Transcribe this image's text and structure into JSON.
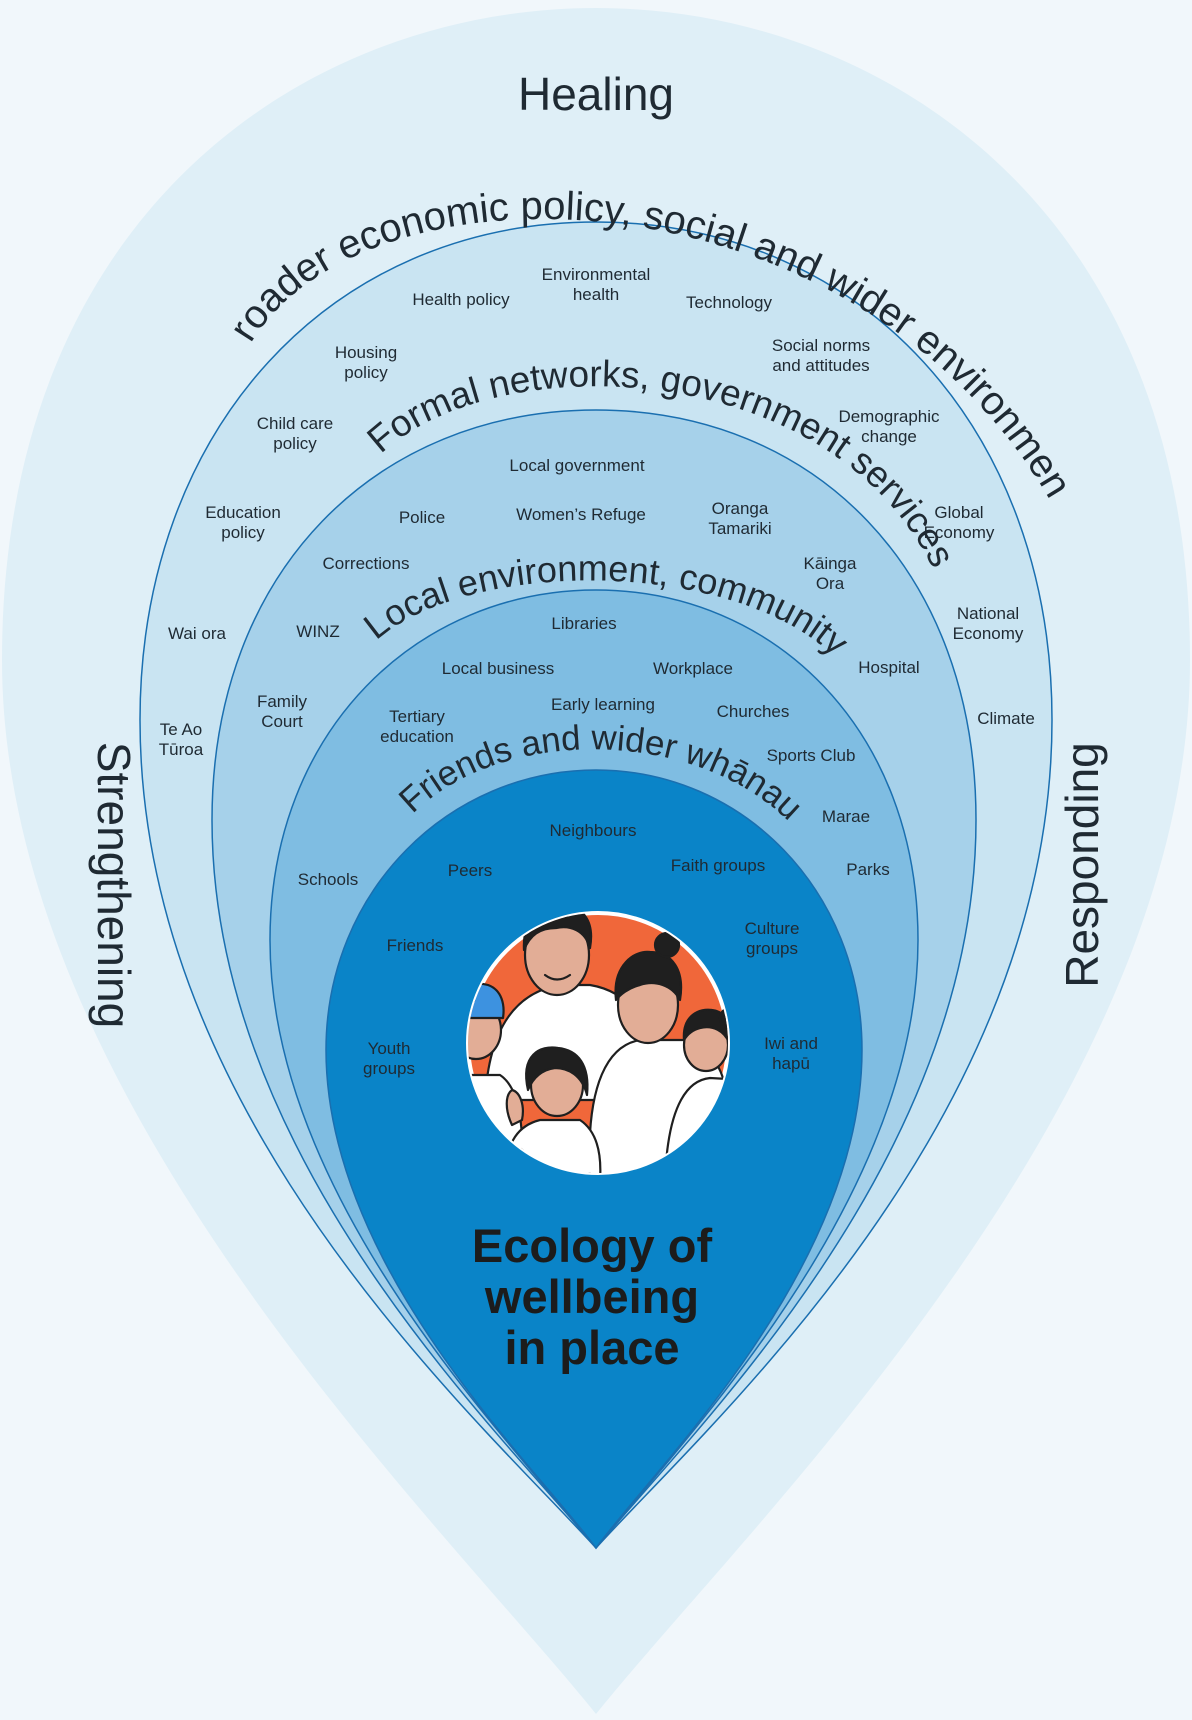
{
  "side_labels": {
    "top": "Healing",
    "left": "Strengthening",
    "right": "Responding"
  },
  "layers": {
    "broader": {
      "heading": "Broader economic policy, social and wider environment",
      "items": [
        "Health policy",
        "Environmental",
        "health",
        "Technology",
        "Housing",
        "policy",
        "Social norms",
        "and attitudes",
        "Child care",
        "policy",
        "Demographic",
        "change",
        "Education",
        "policy",
        "Global",
        "Economy",
        "Wai ora",
        "National",
        "Economy",
        "Te Ao",
        "Tūroa",
        "Climate"
      ]
    },
    "formal": {
      "heading": "Formal networks, government services",
      "items": [
        "Local government",
        "Police",
        "Women’s Refuge",
        "Oranga",
        "Tamariki",
        "Corrections",
        "Kāinga",
        "Ora",
        "WINZ",
        "Family",
        "Court",
        "Hospital"
      ]
    },
    "local": {
      "heading": "Local environment, community",
      "items": [
        "Libraries",
        "Local business",
        "Workplace",
        "Tertiary",
        "education",
        "Early learning",
        "Churches",
        "Sports Club",
        "Marae",
        "Schools",
        "Parks"
      ]
    },
    "friends": {
      "heading": "Friends and wider whānau",
      "items": [
        "Neighbours",
        "Peers",
        "Faith groups",
        "Friends",
        "Culture",
        "groups",
        "Youth",
        "groups",
        "Iwi and",
        "hapū"
      ]
    }
  },
  "center": {
    "title_lines": [
      "Ecology of",
      "wellbeing",
      "in place"
    ]
  },
  "colors": {
    "background": "#f1f7fb",
    "outer_drop": "#dfeff7",
    "broader": "#c9e4f2",
    "formal": "#a6d1ea",
    "local": "#7fbde2",
    "friends": "#0a84c8",
    "line": "#1a6fb0",
    "family_circle": "#f0673a"
  }
}
